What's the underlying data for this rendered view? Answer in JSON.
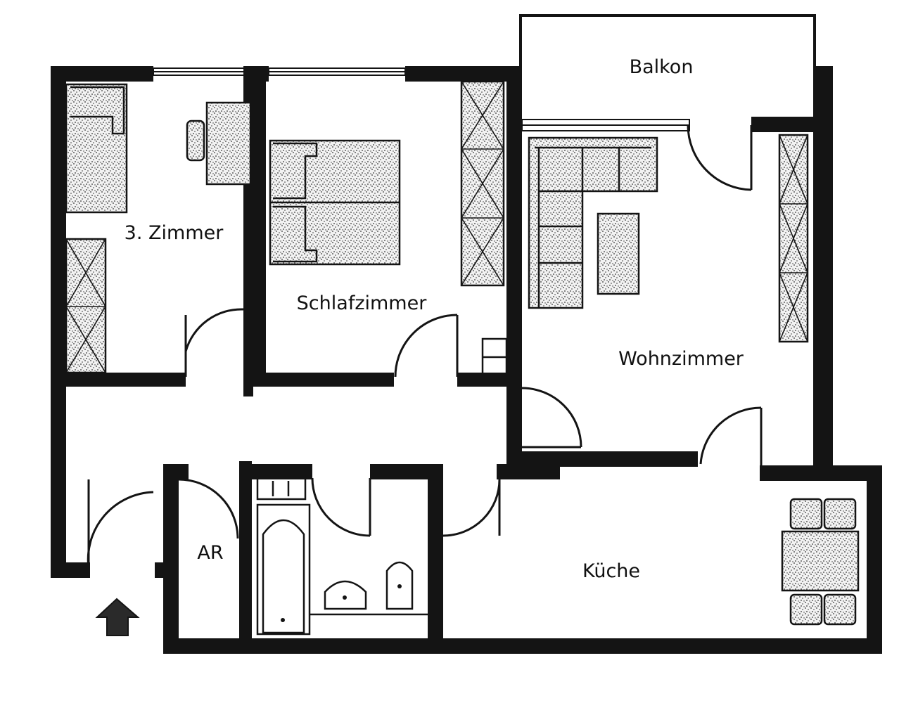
{
  "rooms": {
    "balkon": "Balkon",
    "zimmer3": "3. Zimmer",
    "schlafzimmer": "Schlafzimmer",
    "wohnzimmer": "Wohnzimmer",
    "ar": "AR",
    "kueche": "Küche"
  },
  "icons": {
    "entrance": "entrance-arrow-icon"
  },
  "colors": {
    "wall": "#141414",
    "furniture": "#cfcfcf",
    "background": "#ffffff"
  }
}
